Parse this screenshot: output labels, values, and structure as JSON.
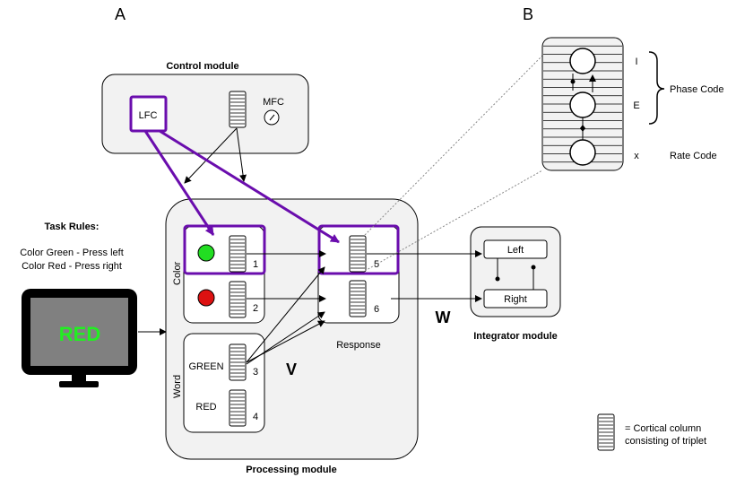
{
  "panels": {
    "a": "A",
    "b": "B"
  },
  "control_module": {
    "title": "Control module",
    "lfc": "LFC",
    "mfc": "MFC"
  },
  "task_rules": {
    "title": "Task Rules:",
    "rule_green": "Color Green - Press left",
    "rule_red": "Color Red - Press right"
  },
  "monitor": {
    "word": "RED",
    "word_color": "#22ee22"
  },
  "processing_module": {
    "title": "Processing module",
    "color_label": "Color",
    "word_label": "Word",
    "word_green": "GREEN",
    "word_red": "RED",
    "response_label": "Response",
    "v_label": "V",
    "columns": [
      "1",
      "2",
      "3",
      "4",
      "5",
      "6"
    ]
  },
  "integrator_module": {
    "title": "Integrator module",
    "left": "Left",
    "right": "Right",
    "w_label": "W"
  },
  "detail": {
    "i": "I",
    "e": "E",
    "x": "x",
    "phase_code": "Phase Code",
    "rate_code": "Rate Code"
  },
  "legend": {
    "line1": "= Cortical column",
    "line2": "consisting of triplet"
  },
  "colors": {
    "highlight": "#6a0dad",
    "green_circle": "#22dd22",
    "red_circle": "#dd1111",
    "module_fill": "#f2f2f2",
    "screen": "#808080"
  }
}
